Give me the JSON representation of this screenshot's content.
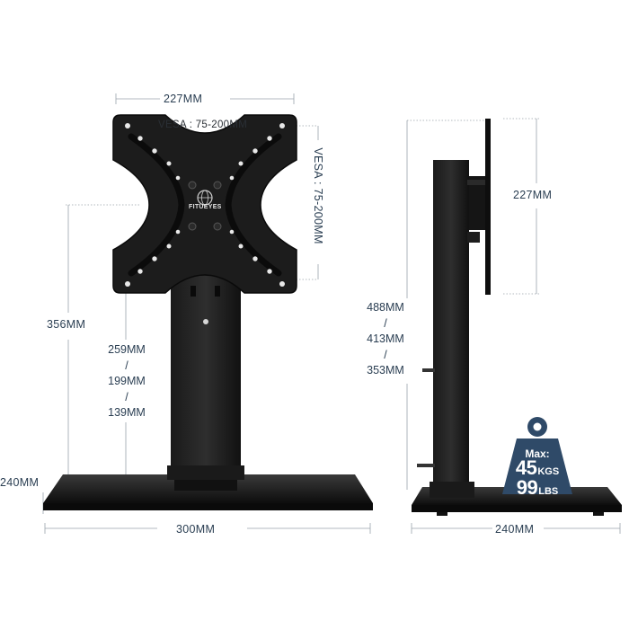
{
  "front_view": {
    "width_top": "227MM",
    "vesa_horizontal": "VESA : 75-200MM",
    "vesa_vertical": "VESA : 75-200MM",
    "total_height": "356MM",
    "height_options": [
      "259MM",
      "199MM",
      "139MM"
    ],
    "separator": "/",
    "base_depth": "240MM",
    "base_width": "300MM",
    "brand": "FITUEYES"
  },
  "side_view": {
    "mount_height": "227MM",
    "height_options": [
      "488MM",
      "413MM",
      "353MM"
    ],
    "separator": "/",
    "base_depth": "240MM"
  },
  "badge": {
    "max_label": "Max:",
    "kg_value": "45",
    "kg_unit": "KGS",
    "lb_value": "99",
    "lb_unit": "LBS",
    "color": "#2f4a68"
  }
}
